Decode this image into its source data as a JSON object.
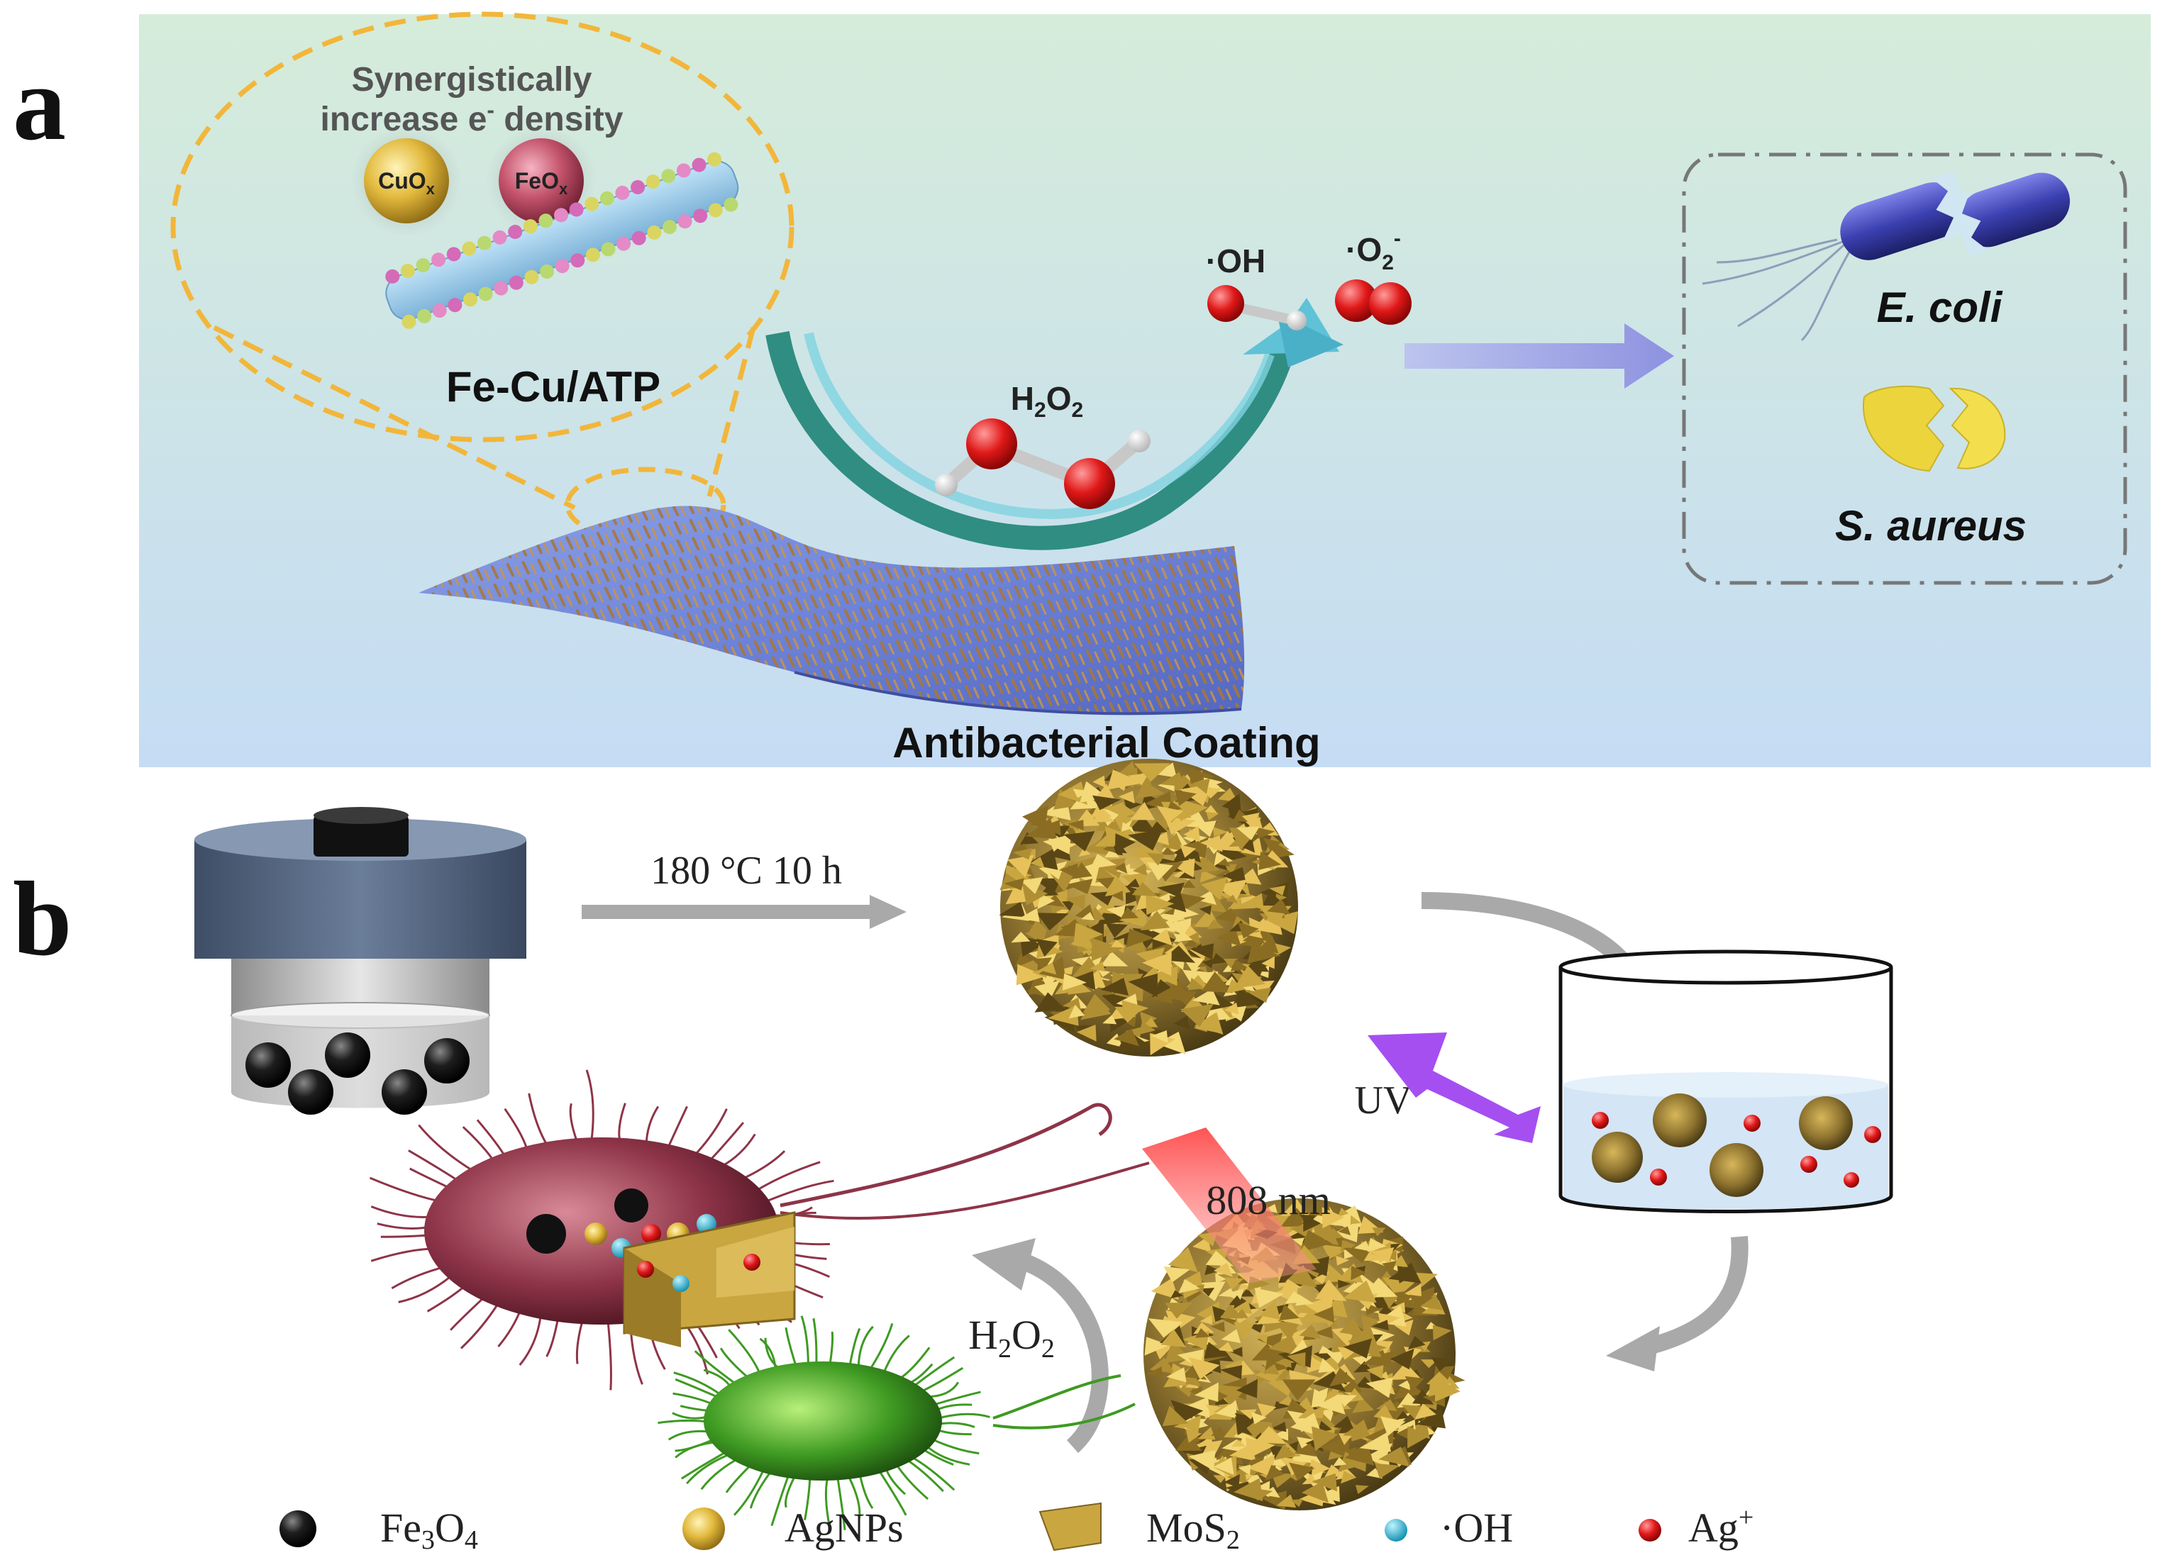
{
  "panel_a": {
    "label": "a",
    "callout": {
      "line1": "Synergistically",
      "line2_pre": "increase e",
      "line2_sup": "-",
      "line2_post": " density"
    },
    "cuox": {
      "main": "CuO",
      "sub": "x"
    },
    "feox": {
      "main": "FeO",
      "sub": "x"
    },
    "material_label": "Fe-Cu/ATP",
    "h2o2": {
      "h": "H",
      "sub1": "2",
      "o": "O",
      "sub2": "2"
    },
    "oh": "·OH",
    "o2": {
      "main": "·O",
      "sub": "2",
      "sup": "-"
    },
    "coating_label": "Antibacterial Coating",
    "bacteria": {
      "ecoli": "E. coli",
      "saureus": "S. aureus"
    },
    "colors": {
      "bg_top": "#d6ecdb",
      "bg_bottom": "#c6ddf3",
      "dash": "#f2b63a",
      "rod": "#3c43b8",
      "coccus": "#ecd53c"
    }
  },
  "panel_b": {
    "label": "b",
    "temp_time": "180 °C 10 h",
    "uv": "UV",
    "laser": "808 nm",
    "h2o2": {
      "h": "H",
      "sub1": "2",
      "o": "O",
      "sub2": "2"
    },
    "legend": [
      {
        "icon": "fe3o4-sphere-icon",
        "main": "Fe",
        "sub1": "3",
        "mid": "O",
        "sub2": "4",
        "sup": ""
      },
      {
        "icon": "agnp-sphere-icon",
        "main": "AgNPs",
        "sub1": "",
        "mid": "",
        "sub2": "",
        "sup": ""
      },
      {
        "icon": "mos2-sheet-icon",
        "main": "MoS",
        "sub1": "2",
        "mid": "",
        "sub2": "",
        "sup": ""
      },
      {
        "icon": "hydroxyl-dot-icon",
        "main": "·OH",
        "sub1": "",
        "mid": "",
        "sub2": "",
        "sup": ""
      },
      {
        "icon": "silver-ion-dot-icon",
        "main": "Ag",
        "sub1": "",
        "mid": "",
        "sub2": "",
        "sup": "+"
      }
    ],
    "colors": {
      "arrow": "#a9a9a9",
      "uv": "#a54ff0",
      "laser": "#ff4a4a",
      "gold": "#c9a640"
    }
  }
}
